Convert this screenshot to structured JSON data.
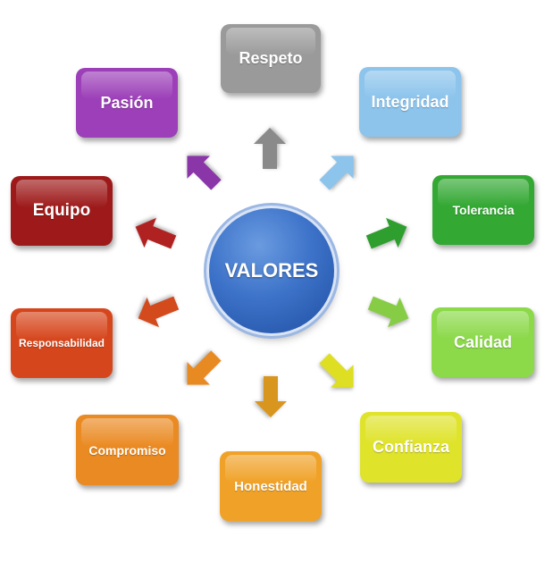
{
  "center": {
    "label": "VALORES",
    "color": "#2f62b8"
  },
  "values": [
    {
      "id": "respeto",
      "label": "Respeto",
      "color": "#9a9a9a",
      "arrow": "#8a8a8a"
    },
    {
      "id": "integridad",
      "label": "Integridad",
      "color": "#8cc4ec",
      "arrow": "#8cc4ec"
    },
    {
      "id": "tolerancia",
      "label": "Tolerancia",
      "color": "#33a833",
      "arrow": "#2e9e2e"
    },
    {
      "id": "calidad",
      "label": "Calidad",
      "color": "#8cd94a",
      "arrow": "#86cc45"
    },
    {
      "id": "confianza",
      "label": "Confianza",
      "color": "#dfe32a",
      "arrow": "#dede22"
    },
    {
      "id": "honestidad",
      "label": "Honestidad",
      "color": "#f0a228",
      "arrow": "#d9961f"
    },
    {
      "id": "compromiso",
      "label": "Compromiso",
      "color": "#ea8a22",
      "arrow": "#e88a22"
    },
    {
      "id": "responsabilidad",
      "label": "Responsabilidad",
      "color": "#d6461c",
      "arrow": "#d34a1d"
    },
    {
      "id": "equipo",
      "label": "Equipo",
      "color": "#9e1a1a",
      "arrow": "#b02222"
    },
    {
      "id": "pasion",
      "label": "Pasión",
      "color": "#9c3fb8",
      "arrow": "#8a35a8"
    }
  ]
}
